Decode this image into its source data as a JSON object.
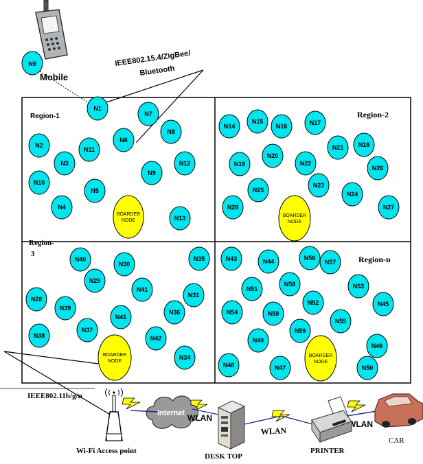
{
  "colors": {
    "node_fill": "#00e5ee",
    "border_node_fill": "#ffff00",
    "line": "#000000",
    "bolt": "#ffff00",
    "car": "#c8705a",
    "cloud": "#9a9a9a"
  },
  "regions": [
    {
      "label": "Region-1"
    },
    {
      "label": "Region-2"
    },
    {
      "label": "Region-3"
    },
    {
      "label": "Region-n"
    }
  ],
  "region3_label_lines": [
    "Region-",
    "3"
  ],
  "boarder_node": {
    "line1": "BOARDER",
    "line2": "NODE"
  },
  "mobile": {
    "label": "Mobile",
    "node_label": "N9"
  },
  "protocol_top": {
    "line1": "IEEE802.15.4/ZigBee/",
    "line2": "Bluetooth"
  },
  "protocol_bottom": "IEEE802.11b/g/n",
  "devices": {
    "wifi": "Wi-Fi Access point",
    "internet": "Internet",
    "desktop": "DESK TOP",
    "printer": "PRINTER",
    "car": "CAR",
    "wlan": "WLAN"
  },
  "nodes": {
    "region1": [
      "N1",
      "N7",
      "N8",
      "N6",
      "N2",
      "N3",
      "N11",
      "N12",
      "N9",
      "N10",
      "N5",
      "N4",
      "N13"
    ],
    "region2": [
      "N14",
      "N15",
      "N16",
      "N17",
      "N18",
      "N21",
      "N20",
      "N22",
      "N19",
      "N26",
      "N23",
      "N25",
      "N24",
      "N28",
      "N27"
    ],
    "region3": [
      "N40",
      "N30",
      "N35",
      "N29",
      "N41",
      "N31",
      "N28",
      "N39",
      "N36",
      "N41",
      "N37",
      "N38",
      "N42",
      "N34"
    ],
    "regionn": [
      "N43",
      "N44",
      "N56",
      "N57",
      "N53",
      "N51",
      "N58",
      "N45",
      "N52",
      "N54",
      "N59",
      "N55",
      "N59",
      "N49",
      "N46",
      "N48",
      "N47",
      "N50"
    ]
  }
}
